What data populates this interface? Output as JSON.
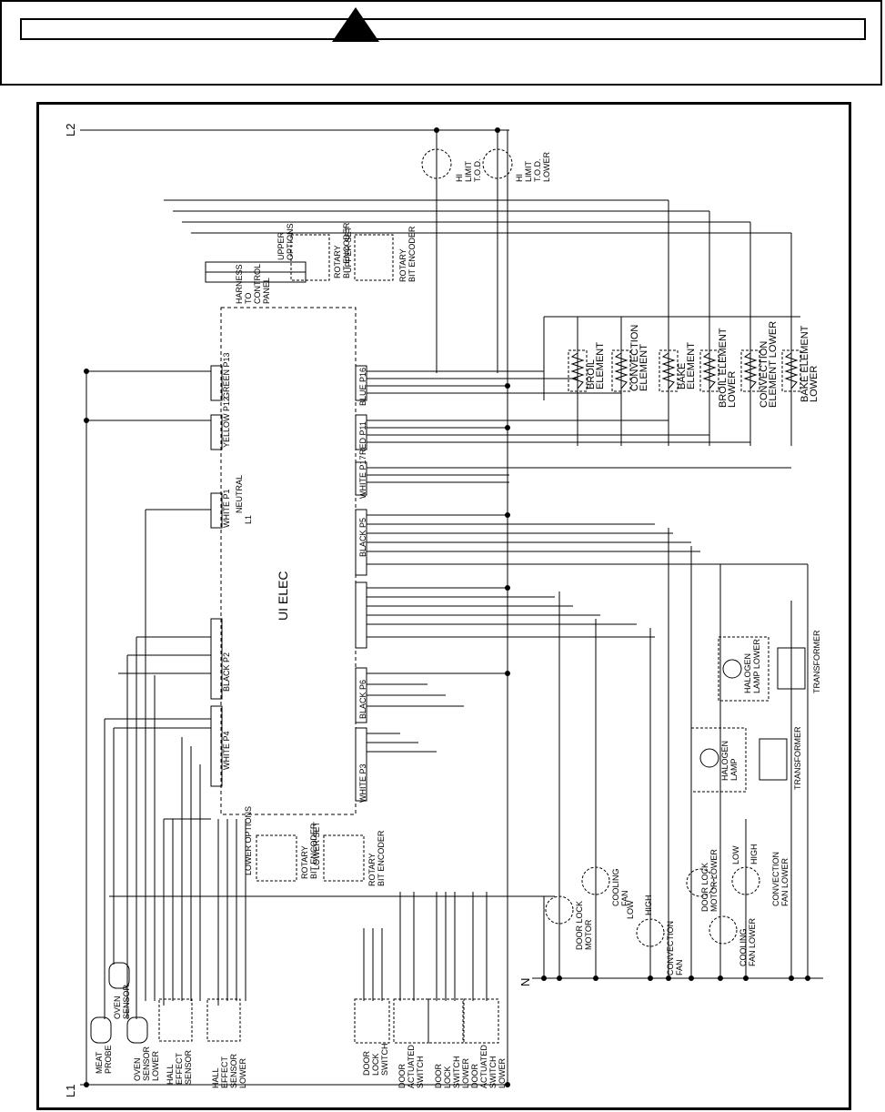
{
  "rails": {
    "l2": "L2",
    "l1": "L1",
    "neutral": "N"
  },
  "board": {
    "label": "UI ELEC"
  },
  "heater_elements": [
    {
      "line1": "BROIL",
      "line2": "ELEMENT"
    },
    {
      "line1": "CONVECTION",
      "line2": "ELEMENT"
    },
    {
      "line1": "BAKE",
      "line2": "ELEMENT"
    },
    {
      "line1": "BROIL ELEMENT",
      "line2": "LOWER"
    },
    {
      "line1": "CONVECTION",
      "line2": "ELEMENT LOWER"
    },
    {
      "line1": "BAKE ELEMENT",
      "line2": "LOWER"
    }
  ],
  "limits": [
    {
      "line1": "HI",
      "line2": "LIMIT",
      "line3": "T.O.D."
    },
    {
      "line1": "HI",
      "line2": "LIMIT",
      "line3": "T.O.D.",
      "line4": "LOWER"
    }
  ],
  "top_modules": [
    {
      "line1": "UPPER",
      "line2": "OPTIONS"
    },
    {
      "line1": "ROTARY",
      "line2": "BIT ENCODER"
    },
    {
      "line1": "UPPER SET",
      "line2": ""
    },
    {
      "line1": "ROTARY",
      "line2": "BIT ENCODER"
    },
    {
      "line1": "HARNESS",
      "line2": "TO",
      "line3": "CONTROL",
      "line4": "PANEL"
    }
  ],
  "bottom_modules": [
    {
      "line1": "LOWER OPTIONS"
    },
    {
      "line1": "ROTARY",
      "line2": "BIT ENCODER"
    },
    {
      "line1": "LOWER SET"
    },
    {
      "line1": "ROTARY",
      "line2": "BIT ENCODER"
    }
  ],
  "lamps": [
    {
      "line1": "HALOGEN",
      "line2": "LAMP LOWER"
    },
    {
      "line1": "TRANSFORMER"
    },
    {
      "line1": "HALOGEN",
      "line2": "LAMP"
    },
    {
      "line1": "TRANSFORMER"
    }
  ],
  "motors": [
    {
      "line1": "DOOR LOCK",
      "line2": "MOTOR"
    },
    {
      "line1": "COOLING",
      "line2": "FAN"
    },
    {
      "line1": "CONVECTION",
      "line2": "FAN"
    },
    {
      "line1": "DOOR LOCK",
      "line2": "MOTOR LOWER"
    },
    {
      "line1": "COOLING",
      "line2": "FAN LOWER"
    },
    {
      "line1": "CONVECTION",
      "line2": "FAN LOWER"
    }
  ],
  "speed_labels": {
    "low": "LOW",
    "high": "HIGH"
  },
  "sensors": [
    {
      "line1": "MEAT",
      "line2": "PROBE"
    },
    {
      "line1": "OVEN",
      "line2": "SENSOR"
    },
    {
      "line1": "OVEN",
      "line2": "SENSOR",
      "line3": "LOWER"
    },
    {
      "line1": "HALL",
      "line2": "EFFECT",
      "line3": "SENSOR"
    },
    {
      "line1": "HALL",
      "line2": "EFFECT",
      "line3": "SENSOR",
      "line4": "LOWER"
    }
  ],
  "switches": [
    {
      "line1": "DOOR",
      "line2": "LOCK",
      "line3": "SWITCH"
    },
    {
      "line1": "DOOR",
      "line2": "ACTUATED",
      "line3": "SWITCH"
    },
    {
      "line1": "DOOR",
      "line2": "LOCK",
      "line3": "SWITCH",
      "line4": "LOWER"
    },
    {
      "line1": "DOOR",
      "line2": "ACTUATED",
      "line3": "SWITCH",
      "line4": "LOWER"
    }
  ],
  "connectors": [
    {
      "color": "GREEN",
      "name": "P13"
    },
    {
      "color": "YELLOW",
      "name": "P12"
    },
    {
      "color": "WHITE",
      "name": "P1"
    },
    {
      "color": "BLACK",
      "name": "P2"
    },
    {
      "color": "WHITE",
      "name": "P4"
    },
    {
      "color": "BLUE",
      "name": "P16"
    },
    {
      "color": "RED",
      "name": "P11"
    },
    {
      "color": "WHITE",
      "name": "P17"
    },
    {
      "color": "BLACK",
      "name": "P5"
    },
    {
      "color": "BLACK",
      "name": "P6"
    },
    {
      "color": "WHITE",
      "name": "P3"
    }
  ],
  "connector_notes": {
    "neutral": "NEUTRAL",
    "l1": "L1"
  }
}
